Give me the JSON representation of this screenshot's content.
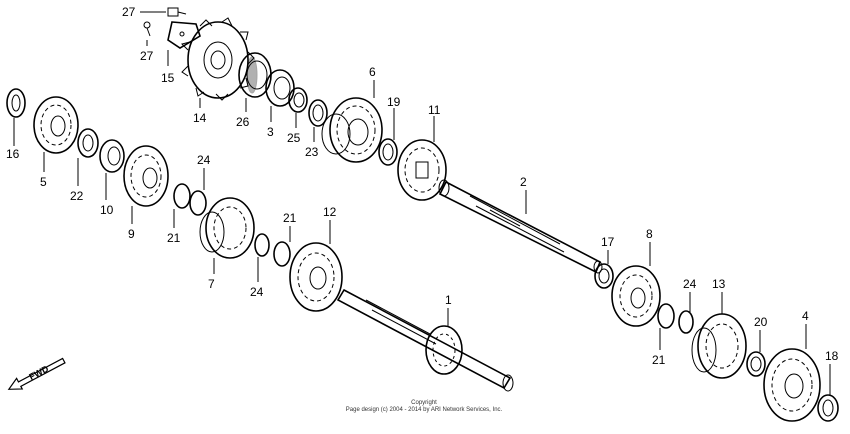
{
  "labels": {
    "l27a": "27",
    "l27b": "27",
    "l15": "15",
    "l14": "14",
    "l26": "26",
    "l3": "3",
    "l25": "25",
    "l23": "23",
    "l6": "6",
    "l19": "19",
    "l11": "11",
    "l16": "16",
    "l5": "5",
    "l22": "22",
    "l10": "10",
    "l9": "9",
    "l24a": "24",
    "l21a": "21",
    "l7": "7",
    "l24b": "24",
    "l21b": "21",
    "l12": "12",
    "l2": "2",
    "l17": "17",
    "l8": "8",
    "l24c": "24",
    "l13": "13",
    "l21c": "21",
    "l20": "20",
    "l4": "4",
    "l18": "18",
    "l1": "1"
  },
  "fwd_label": "FWD",
  "copyright_line1": "Copyright",
  "copyright_line2": "Page design (c) 2004 - 2014 by ARI Network Services, Inc.",
  "colors": {
    "ink": "#000000",
    "background": "#ffffff"
  }
}
